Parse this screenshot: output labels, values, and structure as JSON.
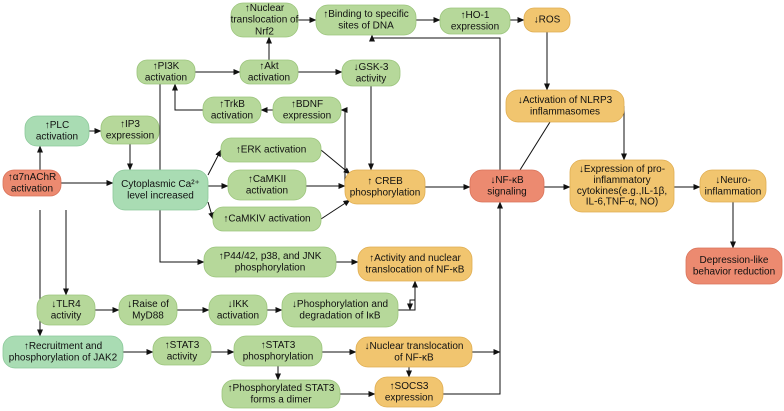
{
  "palette": {
    "green": "#b6d89a",
    "green_stroke": "#9cc57d",
    "mint": "#a9dcb3",
    "mint_stroke": "#8cc99a",
    "orange": "#f1c56f",
    "orange_stroke": "#e0ae52",
    "red": "#ec8a70",
    "red_stroke": "#d9735a",
    "line": "#111111"
  },
  "nodes": [
    {
      "id": "a7",
      "color": "red",
      "lines": [
        "↑α7nAChR",
        "activation"
      ]
    },
    {
      "id": "plc",
      "color": "mint",
      "lines": [
        "↑PLC",
        "activation"
      ]
    },
    {
      "id": "ip3",
      "color": "green",
      "lines": [
        "↑IP3",
        "expression"
      ]
    },
    {
      "id": "ca",
      "color": "mint",
      "lines": [
        "Cytoplasmic Ca²⁺",
        "level increased"
      ]
    },
    {
      "id": "pi3k",
      "color": "green",
      "lines": [
        "↑PI3K",
        "activation"
      ]
    },
    {
      "id": "akt",
      "color": "green",
      "lines": [
        "↑Akt",
        "activation"
      ]
    },
    {
      "id": "nrf2",
      "color": "green",
      "lines": [
        "↑Nuclear",
        "translocation of",
        "Nrf2"
      ]
    },
    {
      "id": "dna",
      "color": "green",
      "lines": [
        "↑Binding to specific",
        "sites of DNA"
      ]
    },
    {
      "id": "ho1",
      "color": "green",
      "lines": [
        "↑HO-1",
        "expression"
      ]
    },
    {
      "id": "ros",
      "color": "orange",
      "lines": [
        "↓ROS"
      ]
    },
    {
      "id": "gsk3",
      "color": "green",
      "lines": [
        "↓GSK-3",
        "activity"
      ]
    },
    {
      "id": "trkb",
      "color": "green",
      "lines": [
        "↑TrkB",
        "activation"
      ]
    },
    {
      "id": "bdnf",
      "color": "green",
      "lines": [
        "↑BDNF",
        "expression"
      ]
    },
    {
      "id": "erk",
      "color": "green",
      "lines": [
        "↑ERK activation"
      ]
    },
    {
      "id": "camkii",
      "color": "green",
      "lines": [
        "↑CaMKII",
        "activation"
      ]
    },
    {
      "id": "camkiv",
      "color": "green",
      "lines": [
        "↑CaMKIV activation"
      ]
    },
    {
      "id": "creb",
      "color": "orange",
      "lines": [
        "↑ CREB",
        "phosphorylation"
      ]
    },
    {
      "id": "nfkb",
      "color": "red",
      "lines": [
        "↓NF-κB",
        "signaling"
      ]
    },
    {
      "id": "nlrp3",
      "color": "orange",
      "lines": [
        "↓Activation of NLRP3",
        "inflammasomes"
      ]
    },
    {
      "id": "cyto",
      "color": "orange",
      "lines": [
        "↓Expression of pro-",
        "inflammatory",
        "cytokines(e.g.,IL-1β,",
        "IL-6,TNF-α, NO)"
      ]
    },
    {
      "id": "neuro",
      "color": "orange",
      "lines": [
        "↓Neuro-",
        "inflammation"
      ]
    },
    {
      "id": "dep",
      "color": "red",
      "lines": [
        "Depression-like",
        "behavior reduction"
      ]
    },
    {
      "id": "p44",
      "color": "green",
      "lines": [
        "↑P44/42, p38, and JNK",
        "phosphorylation"
      ]
    },
    {
      "id": "actnf",
      "color": "orange",
      "lines": [
        "↑Activity and nuclear",
        "translocation of NF-κB"
      ]
    },
    {
      "id": "tlr4",
      "color": "green",
      "lines": [
        "↓TLR4",
        "activity"
      ]
    },
    {
      "id": "myd88",
      "color": "green",
      "lines": [
        "↓Raise of",
        "MyD88"
      ]
    },
    {
      "id": "ikk",
      "color": "green",
      "lines": [
        "↓IKK",
        "activation"
      ]
    },
    {
      "id": "ikb",
      "color": "green",
      "lines": [
        "↓Phosphorylation and",
        "degradation of IκB"
      ]
    },
    {
      "id": "jak2",
      "color": "mint",
      "lines": [
        "↑Recruitment and",
        "phosphorylation of JAK2"
      ]
    },
    {
      "id": "stat3a",
      "color": "green",
      "lines": [
        "↑STAT3",
        "activity"
      ]
    },
    {
      "id": "stat3p",
      "color": "green",
      "lines": [
        "↑STAT3",
        "phosphorylation"
      ]
    },
    {
      "id": "nucnf",
      "color": "orange",
      "lines": [
        "↓Nuclear translocation",
        "of NF-κB"
      ]
    },
    {
      "id": "dimer",
      "color": "green",
      "lines": [
        "↑Phosphorylated STAT3",
        "forms a dimer"
      ]
    },
    {
      "id": "socs3",
      "color": "orange",
      "lines": [
        "↑SOCS3",
        "expression"
      ]
    }
  ]
}
